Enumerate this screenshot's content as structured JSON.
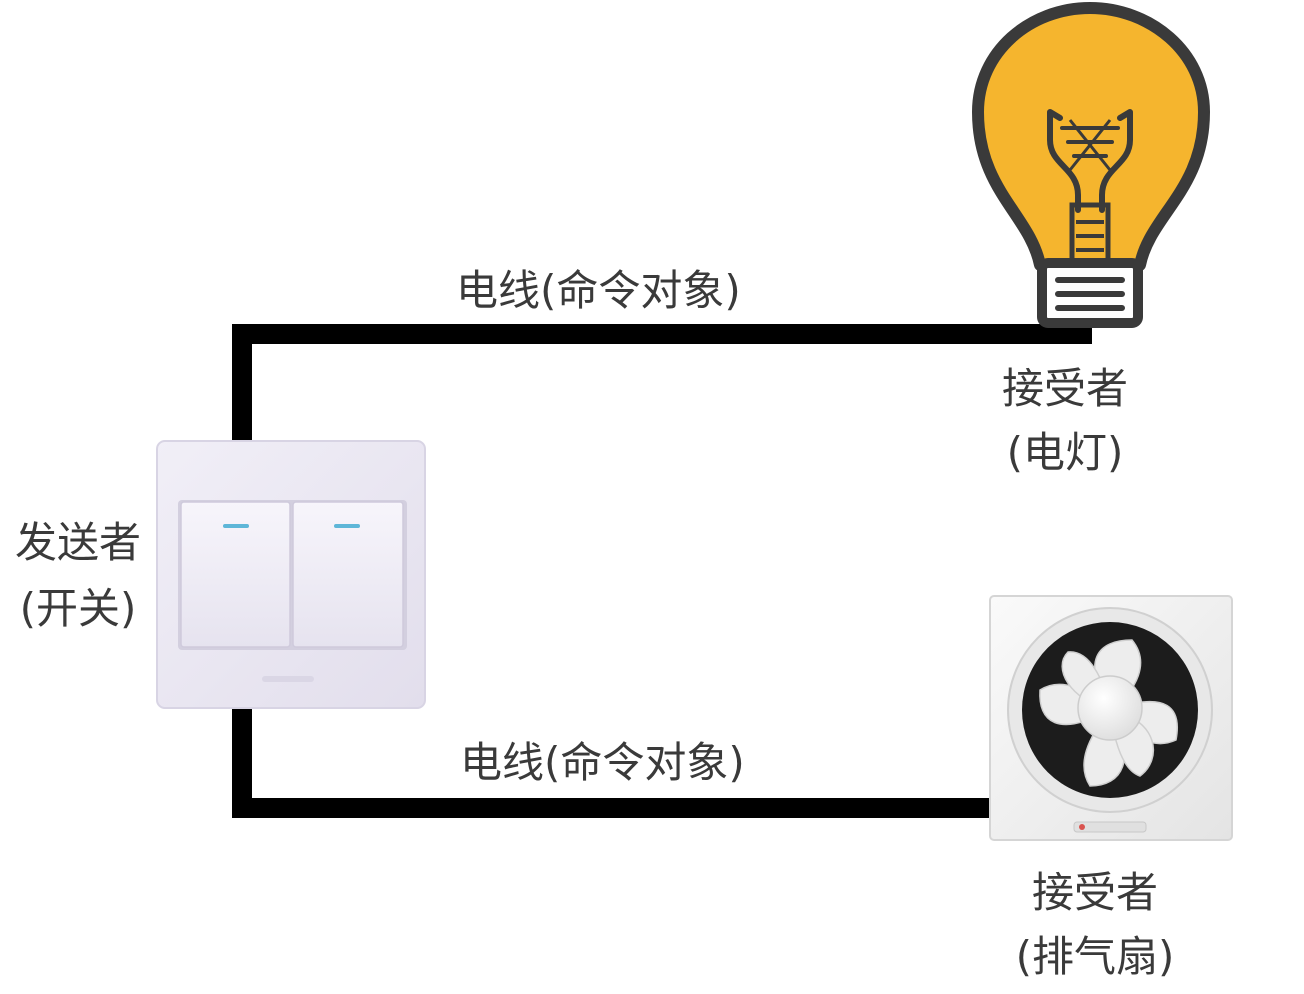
{
  "sender": {
    "name": "发送者",
    "device": "(开关)",
    "icon": "light-switch-icon"
  },
  "wires": [
    {
      "label": "电线(命令对象)",
      "connects_to": "bulb"
    },
    {
      "label": "电线(命令对象)",
      "connects_to": "fan"
    }
  ],
  "receivers": [
    {
      "name": "接受者",
      "device": "(电灯)",
      "icon": "light-bulb-icon"
    },
    {
      "name": "接受者",
      "device": "(排气扇)",
      "icon": "exhaust-fan-icon"
    }
  ],
  "colors": {
    "wire": "#000000",
    "bulb_glass": "#F5B52E",
    "bulb_outline": "#3a3a3a",
    "switch_plate": "#E9E6F2",
    "fan_frame": "#F2F2F2"
  }
}
